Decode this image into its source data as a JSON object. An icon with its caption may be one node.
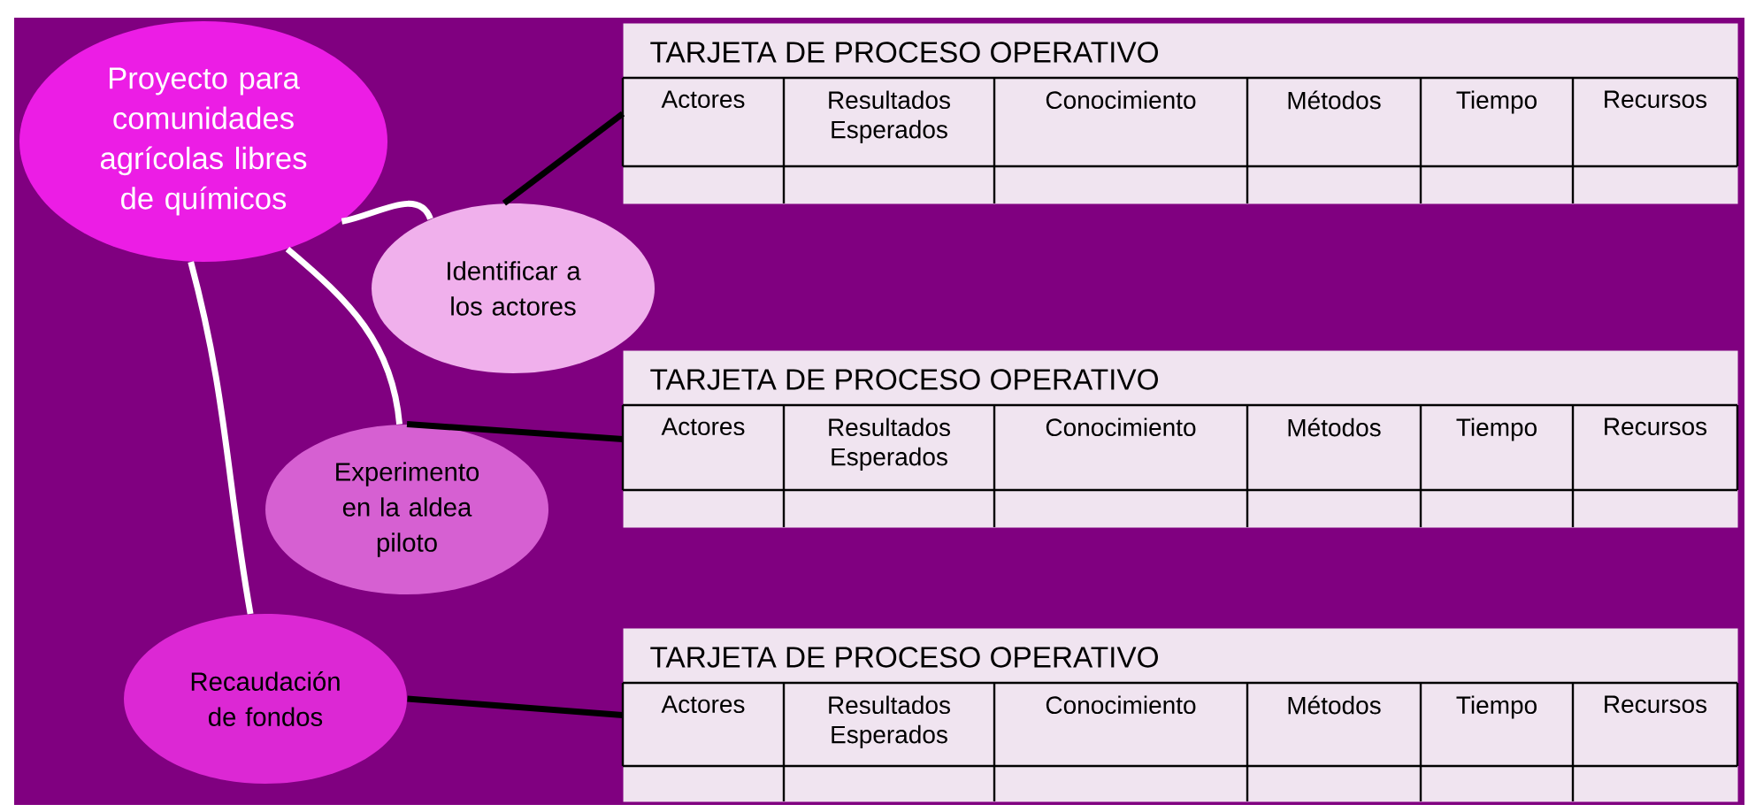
{
  "diagram": {
    "nodes": [
      {
        "text": [
          "Proyecto para comunidades agrícolas libres de químicos"
        ]
      },
      {
        "text": [
          "Identificar a los actores"
        ]
      },
      {
        "text": [
          "Experimento en la aldea piloto"
        ]
      },
      {
        "text": [
          "Recaudación de fondos"
        ]
      },
      {
        "text": [
          "TARJETA DE PROCESO OPERATIVO",
          "Actores",
          "Resultados Esperados",
          "Conocimiento",
          "Métodos",
          "Tiempo",
          "Recursos"
        ]
      },
      {
        "text": [
          "TARJETA DE PROCESO OPERATIVO",
          "Actores",
          "Resultados Esperados",
          "Conocimiento",
          "Métodos",
          "Tiempo",
          "Recursos"
        ]
      },
      {
        "text": [
          "TARJETA DE PROCESO OPERATIVO",
          "Actores",
          "Resultados Esperados",
          "Conocimiento",
          "Métodos",
          "Tiempo",
          "Recursos"
        ]
      }
    ],
    "edges": [
      {
        "from": 0,
        "to": 1,
        "arrow": "none",
        "color": "#ffffff"
      },
      {
        "from": 0,
        "to": 2,
        "arrow": "none",
        "color": "#ffffff"
      },
      {
        "from": 0,
        "to": 3,
        "arrow": "none",
        "color": "#ffffff"
      },
      {
        "from": 1,
        "to": 4,
        "arrow": "none",
        "color": "#000000"
      },
      {
        "from": 2,
        "to": 5,
        "arrow": "none",
        "color": "#000000"
      },
      {
        "from": 3,
        "to": 6,
        "arrow": "none",
        "color": "#000000"
      }
    ]
  }
}
